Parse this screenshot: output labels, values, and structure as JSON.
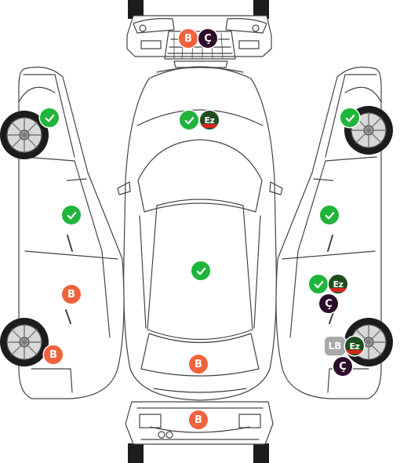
{
  "badges": {
    "front_bumper_b": "B",
    "front_bumper_c": "Ç",
    "hood_ez": "Ez",
    "left_rear_b": "B",
    "left_rear_wheel_b": "B",
    "trunk_b": "B",
    "rear_bumper_b": "B",
    "right_rear_door_ez": "Ez",
    "right_rear_door_c": "Ç",
    "right_rear_wheel_lb": "LB",
    "right_rear_wheel_ez": "Ez",
    "right_rear_wheel_c": "Ç"
  },
  "colors": {
    "ok": "#1fb43a",
    "b": "#f0623c",
    "c": "#2d0d2c",
    "ez": "#1e4d1e",
    "ez_stripe": "#d9241c",
    "lb": "#a8a8a8",
    "outline": "#444444",
    "tire": "#1c1c1c"
  },
  "icons": {
    "ok": "check-icon"
  }
}
